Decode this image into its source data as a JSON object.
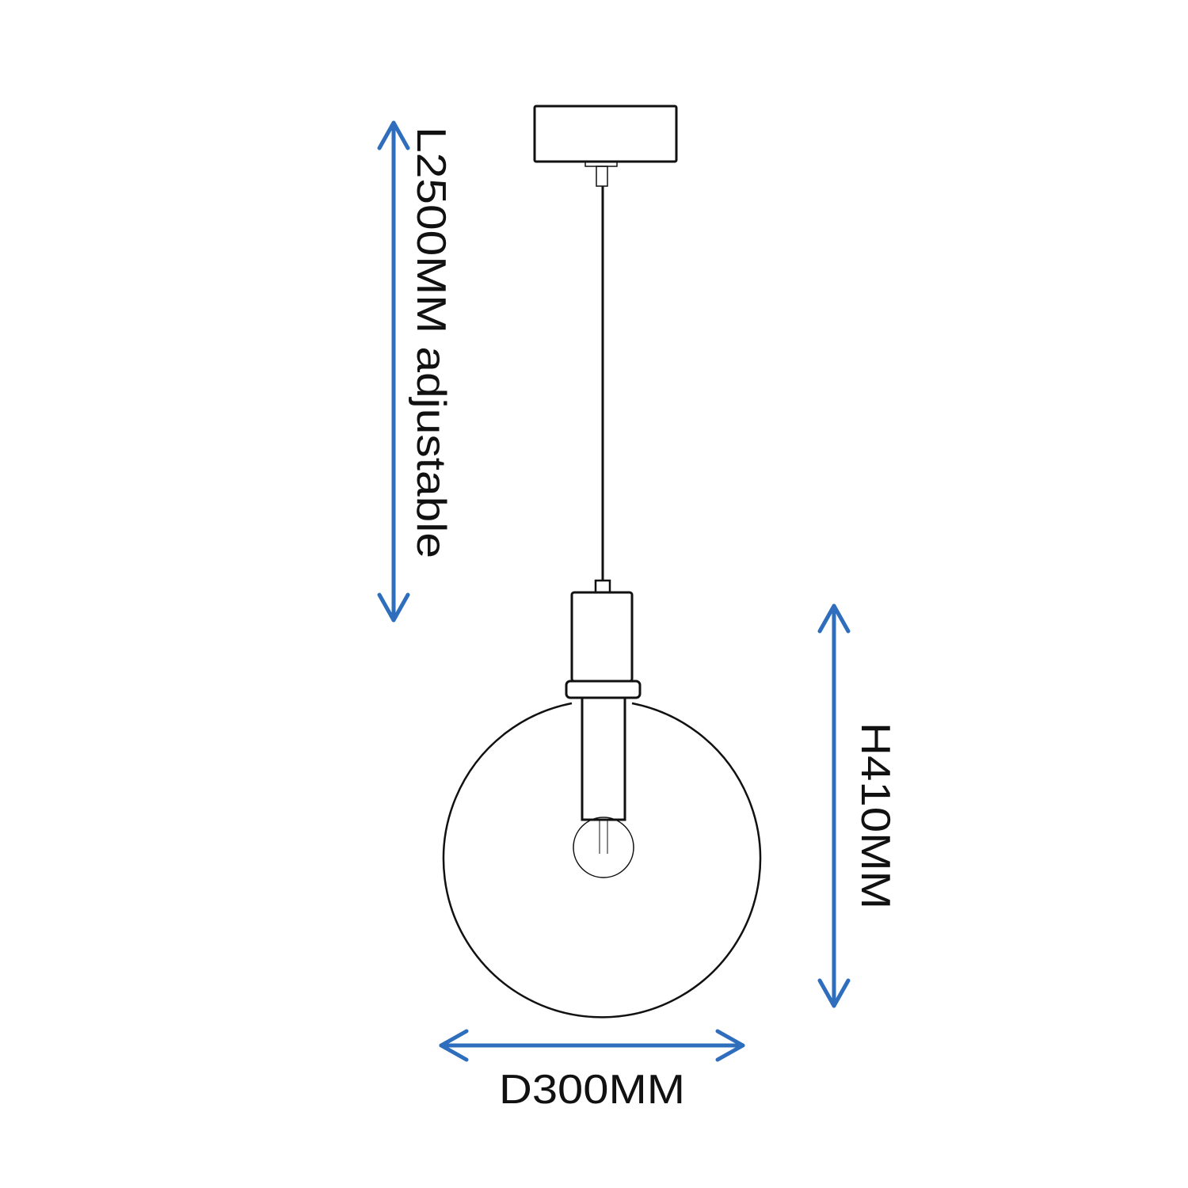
{
  "dimensions": {
    "cable_length": "L2500MM adjustable",
    "height": "H410MM",
    "diameter": "D300MM"
  },
  "colors": {
    "arrow": "#2f6dbd",
    "line": "#111111"
  }
}
